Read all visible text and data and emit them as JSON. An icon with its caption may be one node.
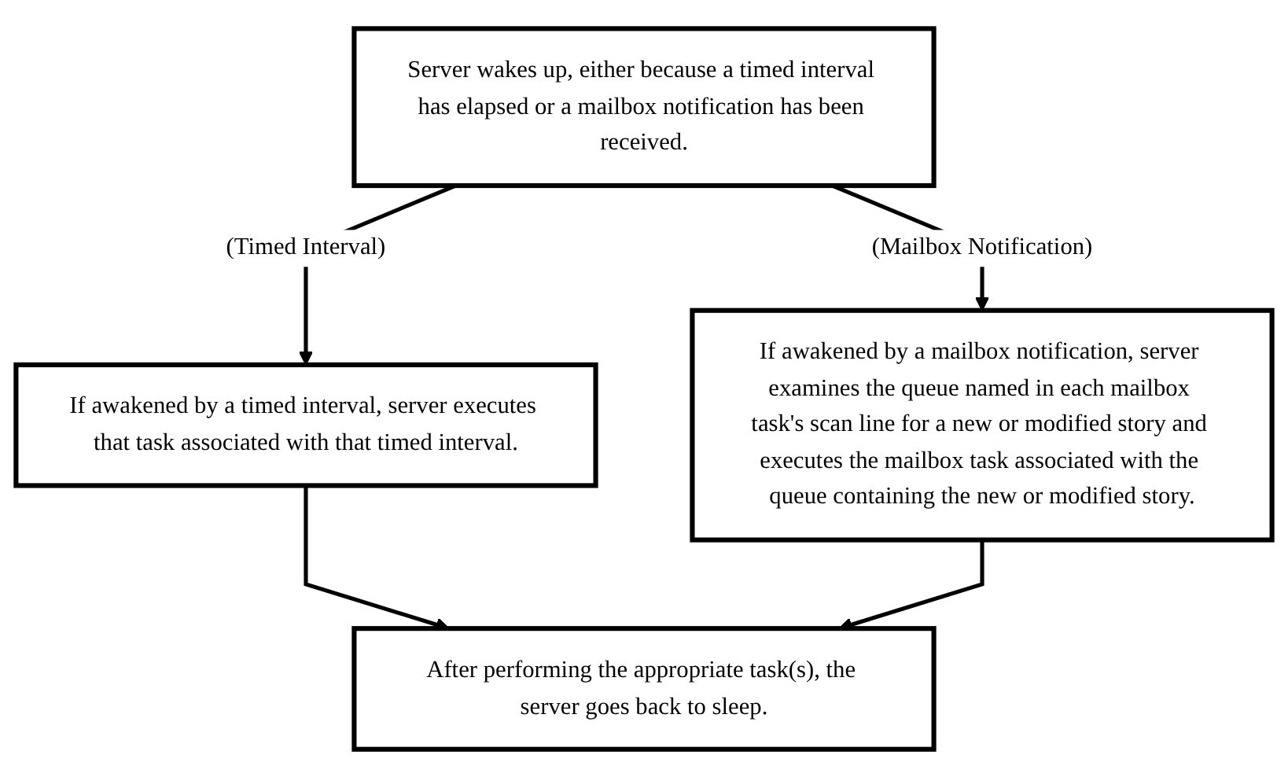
{
  "diagram": {
    "nodes": [
      {
        "text": [
          "Server wakes up, either because a timed interval has elapsed or a mailbox notification has been received."
        ]
      },
      {
        "text": [
          "If awakened by a timed interval, server executes that task associated with that timed interval."
        ]
      },
      {
        "text": [
          "If awakened by a mailbox notification, server examines the queue named in each mailbox task's scan line for a new or modified story and executes the mailbox task associated with the queue containing the new or modified story."
        ]
      },
      {
        "text": [
          "After performing the appropriate task(s), the server goes back to sleep."
        ]
      }
    ],
    "edges": [
      {
        "from": 0,
        "to": 1,
        "arrow": "to",
        "label": "(Timed Interval)"
      },
      {
        "from": 0,
        "to": 2,
        "arrow": "to",
        "label": "(Mailbox Notification)"
      },
      {
        "from": 1,
        "to": 3,
        "arrow": "to"
      },
      {
        "from": 2,
        "to": 3,
        "arrow": "to"
      }
    ]
  }
}
